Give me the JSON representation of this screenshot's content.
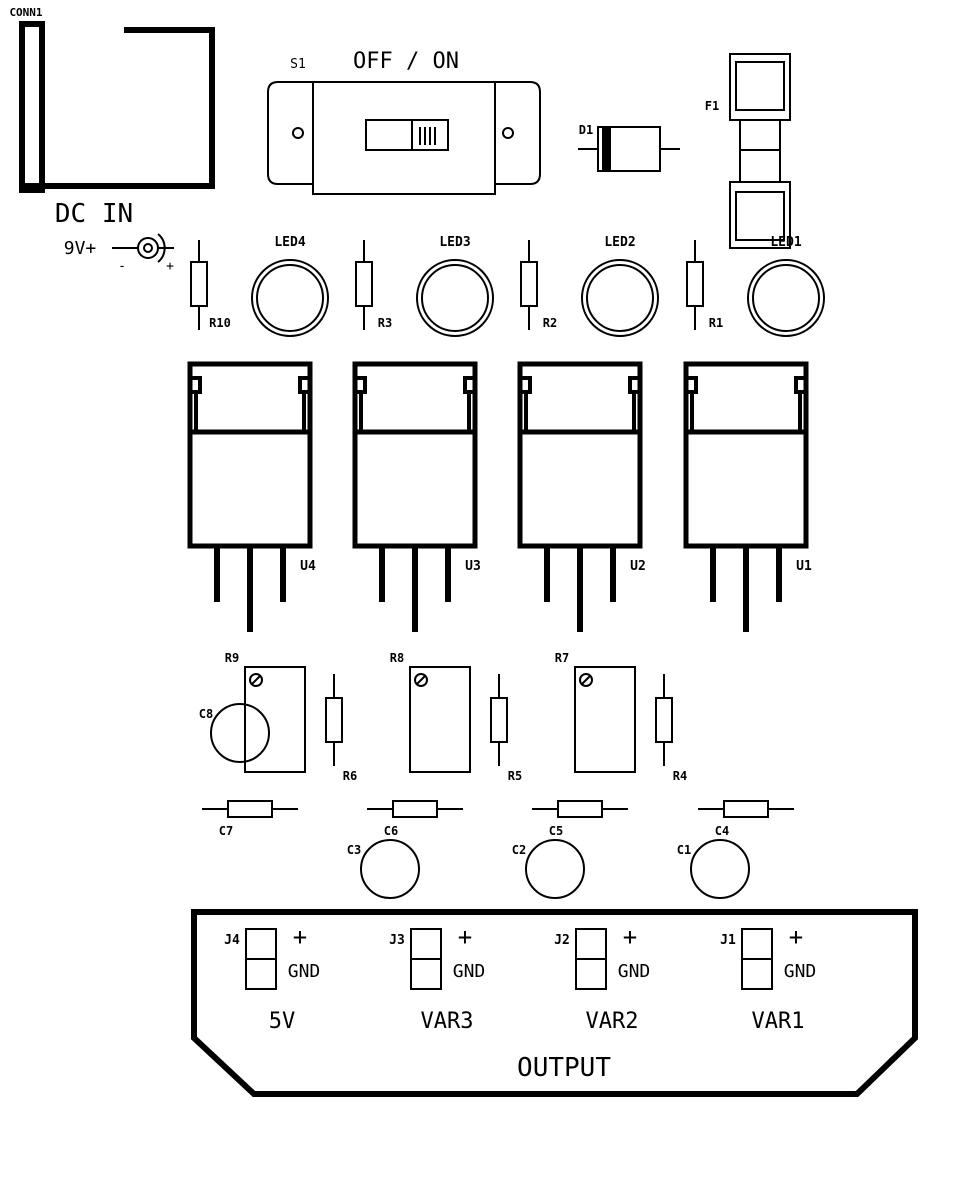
{
  "board": {
    "connector": "CONN1",
    "dc_in": "DC IN",
    "voltage": "9V+",
    "plus": "+",
    "minus": "-",
    "switch": {
      "ref": "S1",
      "text": "OFF / ON"
    },
    "diode": "D1",
    "fuse": "F1",
    "output": "OUTPUT"
  },
  "leds": [
    "LED4",
    "LED3",
    "LED2",
    "LED1"
  ],
  "led_resistors": [
    "R10",
    "R3",
    "R2",
    "R1"
  ],
  "regulators": [
    "U4",
    "U3",
    "U2",
    "U1"
  ],
  "trimmers": [
    "R9",
    "R8",
    "R7"
  ],
  "adj_resistors": [
    "R6",
    "R5",
    "R4"
  ],
  "bypass_caps": [
    "C7",
    "C6",
    "C5",
    "C4"
  ],
  "round_caps": [
    "C8",
    "C3",
    "C2",
    "C1"
  ],
  "outputs": [
    {
      "ref": "J4",
      "plus": "+",
      "gnd": "GND",
      "name": "5V"
    },
    {
      "ref": "J3",
      "plus": "+",
      "gnd": "GND",
      "name": "VAR3"
    },
    {
      "ref": "J2",
      "plus": "+",
      "gnd": "GND",
      "name": "VAR2"
    },
    {
      "ref": "J1",
      "plus": "+",
      "gnd": "GND",
      "name": "VAR1"
    }
  ]
}
